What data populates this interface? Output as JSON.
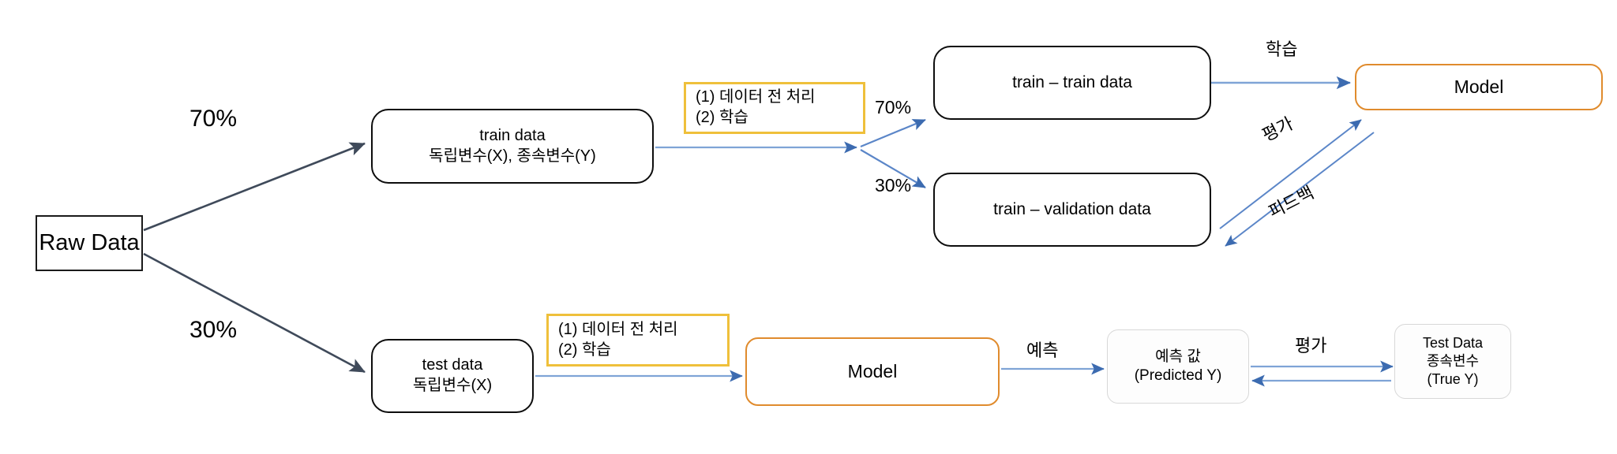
{
  "diagram": {
    "title": "Train / Test split machine-learning workflow",
    "colors": {
      "arrow_blue": "#4E7FC1",
      "arrow_blue_dark": "#3C6BB0",
      "arrow_gray": "#3F4A5A",
      "box_black": "#0D0D0D",
      "box_orange": "#E08B2D",
      "box_yellow": "#EFC03B",
      "box_gray": "#D8D8D8",
      "text": "#000000",
      "background": "#FFFFFF"
    }
  },
  "nodes": {
    "raw_data": {
      "label": "Raw Data"
    },
    "train_data": {
      "line1": "train data",
      "line2": "독립변수(X), 종속변수(Y)"
    },
    "test_data": {
      "line1": "test data",
      "line2": "독립변수(X)"
    },
    "preprocess_top": {
      "line1": "(1)  데이터 전 처리",
      "line2": "(2)  학습"
    },
    "preprocess_bottom": {
      "line1": "(1)  데이터 전 처리",
      "line2": "(2)  학습"
    },
    "train_train": {
      "label": "train – train data"
    },
    "train_validation": {
      "label": "train – validation data"
    },
    "model_top": {
      "label": "Model"
    },
    "model_bottom": {
      "label": "Model"
    },
    "predicted_y": {
      "line1": "예측 값",
      "line2": "(Predicted Y)"
    },
    "true_y": {
      "line1": "Test Data",
      "line2": "종속변수",
      "line3": "(True Y)"
    }
  },
  "edge_labels": {
    "raw_to_train": "70%",
    "raw_to_test": "30%",
    "split_to_train_train": "70%",
    "split_to_validation": "30%",
    "train_to_model": "학습",
    "model_evaluate": "평가",
    "model_feedback": "피드백",
    "test_predict": "예측",
    "predict_evaluate": "평가"
  }
}
